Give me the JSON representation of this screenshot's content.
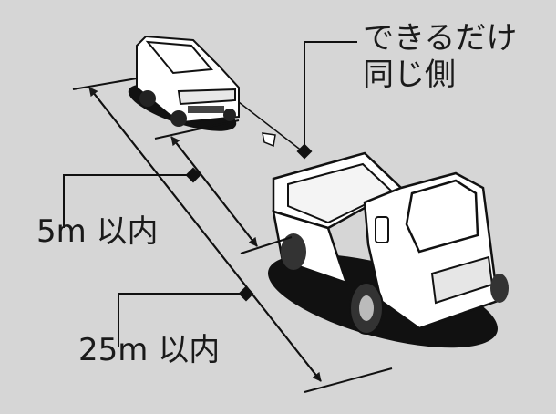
{
  "labels": {
    "same_side_line1": "できるだけ",
    "same_side_line2": "同じ側",
    "distance_5m": "5m 以内",
    "distance_25m": "25m 以内"
  },
  "colors": {
    "background": "#d6d6d6",
    "line": "#1a1a1a",
    "vehicle_body": "#ffffff",
    "shadow": "#111111"
  }
}
